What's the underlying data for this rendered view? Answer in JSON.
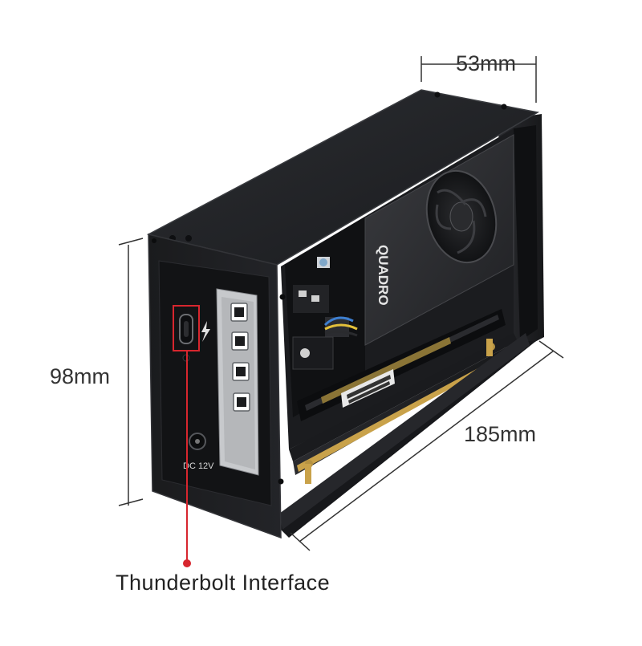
{
  "dimensions": {
    "depth": "53mm",
    "height": "98mm",
    "length": "185mm"
  },
  "callout": {
    "label": "Thunderbolt Interface"
  },
  "product": {
    "gpu_brand_text": "QUADRO",
    "power_label": "DC 12V"
  },
  "colors": {
    "enclosure": "#1c1d20",
    "enclosure_edge": "#3a3c40",
    "callout": "#d7262e",
    "dimension_line": "#333333",
    "pcb_gold": "#c9a24a"
  }
}
